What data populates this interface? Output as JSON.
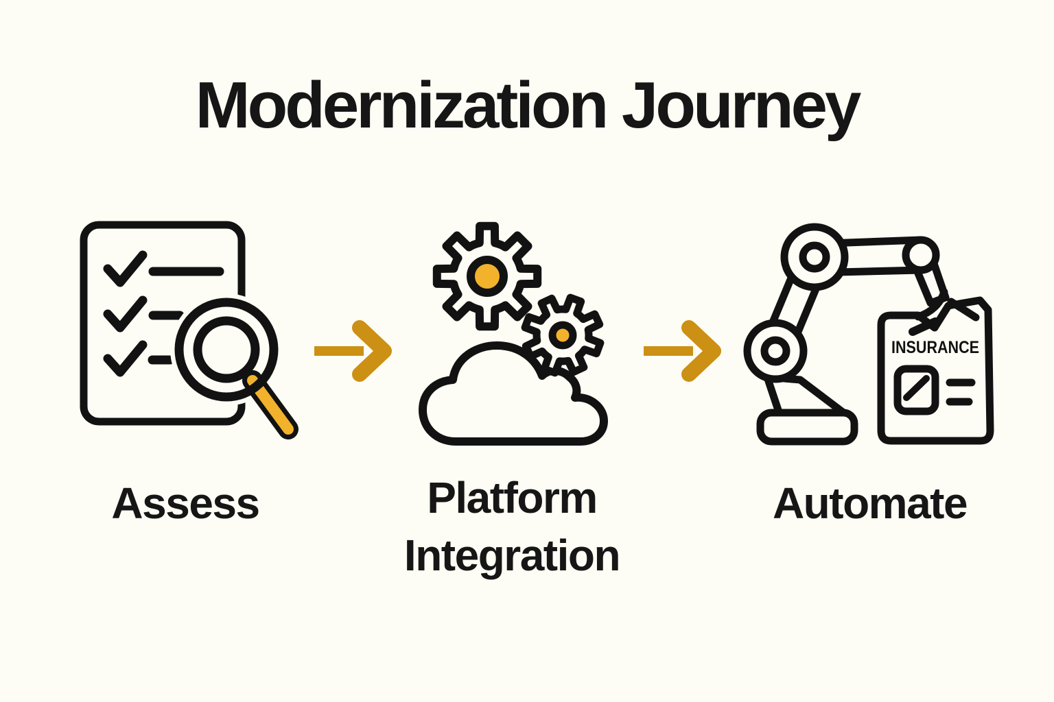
{
  "title": "Modernization Journey",
  "stages": [
    {
      "label": "Assess",
      "icon": "checklist-magnifier-icon"
    },
    {
      "label": "Platform Integration",
      "icon": "gears-cloud-icon"
    },
    {
      "label": "Automate",
      "icon": "robot-arm-document-icon",
      "document_text": "INSURANCE"
    }
  ],
  "arrows": [
    {
      "name": "arrow-assess-to-platform",
      "direction": "right"
    },
    {
      "name": "arrow-platform-to-automate",
      "direction": "right"
    }
  ],
  "colors": {
    "background": "#FDFDF5",
    "line": "#121212",
    "accent_fill": "#F2B22C",
    "arrow": "#CC9014",
    "text": "#161616"
  }
}
